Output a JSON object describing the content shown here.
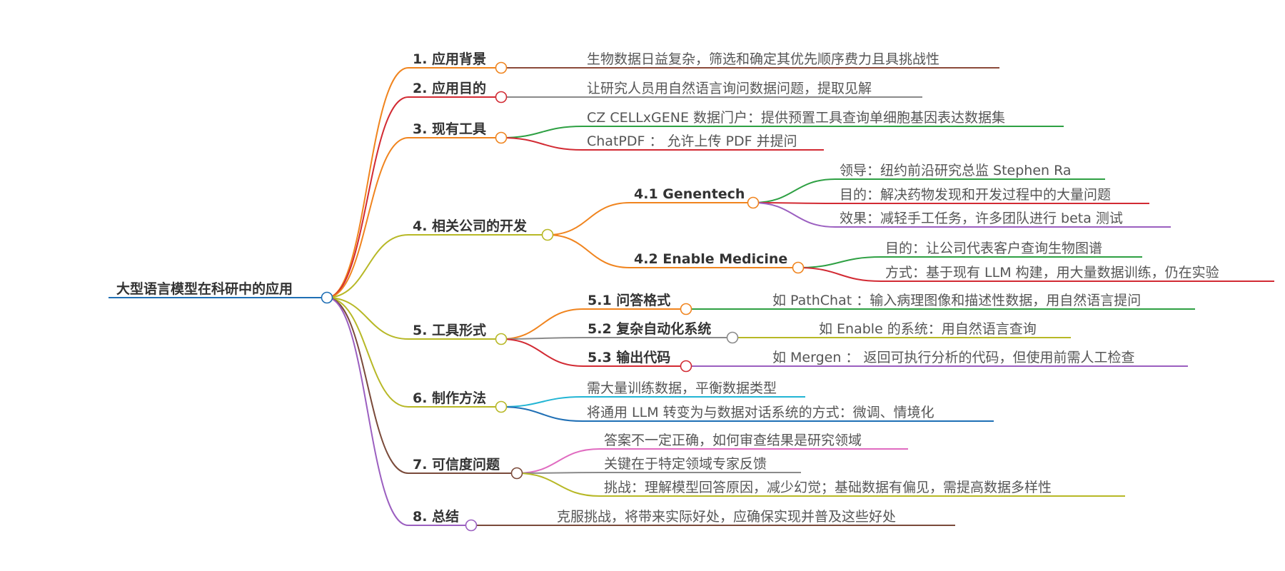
{
  "root": {
    "text": "大型语言模型在科研中的应用",
    "color": "#1f6fb5"
  },
  "branches": [
    {
      "id": "b1",
      "text": "1. 应用背景",
      "color": "#f0841e",
      "leaves": [
        {
          "text": "生物数据日益复杂，筛选和确定其优先顺序费力且具挑战性",
          "color": "#8b4a3a"
        }
      ]
    },
    {
      "id": "b2",
      "text": "2. 应用目的",
      "color": "#d22a33",
      "leaves": [
        {
          "text": "让研究人员用自然语言询问数据问题，提取见解",
          "color": "#8a8a8a"
        }
      ]
    },
    {
      "id": "b3",
      "text": "3. 现有工具",
      "color": "#f0841e",
      "leaves": [
        {
          "text": "CZ CELLxGENE 数据门户：提供预置工具查询单细胞基因表达数据集",
          "color": "#2ea043"
        },
        {
          "text": "ChatPDF ： 允许上传 PDF 并提问",
          "color": "#d22a33"
        }
      ]
    },
    {
      "id": "b4",
      "text": "4. 相关公司的开发",
      "color": "#b7b826",
      "subs": [
        {
          "id": "s41",
          "text": "4.1 Genentech",
          "color": "#f0841e",
          "leaves": [
            {
              "text": "领导：纽约前沿研究总监 Stephen Ra",
              "color": "#2ea043"
            },
            {
              "text": "目的：解决药物发现和开发过程中的大量问题",
              "color": "#d22a33"
            },
            {
              "text": "效果：减轻手工任务，许多团队进行 beta 测试",
              "color": "#9b5fc0"
            }
          ]
        },
        {
          "id": "s42",
          "text": "4.2 Enable Medicine",
          "color": "#f0841e",
          "leaves": [
            {
              "text": "目的：让公司代表客户查询生物图谱",
              "color": "#2ea043"
            },
            {
              "text": "方式：基于现有 LLM 构建，用大量数据训练，仍在实验",
              "color": "#d22a33"
            }
          ]
        }
      ]
    },
    {
      "id": "b5",
      "text": "5. 工具形式",
      "color": "#b7b826",
      "subs": [
        {
          "id": "s51",
          "text": "5.1 问答格式",
          "color": "#f0841e",
          "leaves": [
            {
              "text": "如 PathChat ：输入病理图像和描述性数据，用自然语言提问",
              "color": "#2ea043"
            }
          ]
        },
        {
          "id": "s52",
          "text": "5.2 复杂自动化系统",
          "color": "#8a8a8a",
          "leaves": [
            {
              "text": "如 Enable 的系统：用自然语言查询",
              "color": "#b7b826"
            }
          ]
        },
        {
          "id": "s53",
          "text": "5.3 输出代码",
          "color": "#d22a33",
          "leaves": [
            {
              "text": "如 Mergen ： 返回可执行分析的代码，但使用前需人工检查",
              "color": "#9b5fc0"
            }
          ]
        }
      ]
    },
    {
      "id": "b6",
      "text": "6. 制作方法",
      "color": "#b7b826",
      "leaves": [
        {
          "text": "需大量训练数据，平衡数据类型",
          "color": "#22b5d4"
        },
        {
          "text": "将通用 LLM 转变为与数据对话系统的方式：微调、情境化",
          "color": "#1f6fb5"
        }
      ]
    },
    {
      "id": "b7",
      "text": "7. 可信度问题",
      "color": "#7a4a3a",
      "leaves": [
        {
          "text": "答案不一定正确，如何审查结果是研究领域",
          "color": "#e06bc0"
        },
        {
          "text": "关键在于特定领域专家反馈",
          "color": "#8a8a8a"
        },
        {
          "text": "挑战：理解模型回答原因，减少幻觉；基础数据有偏见，需提高数据多样性",
          "color": "#b7b826"
        }
      ]
    },
    {
      "id": "b8",
      "text": "8. 总结",
      "color": "#9b5fc0",
      "leaves": [
        {
          "text": "克服挑战，将带来实际好处，应确保实现并普及这些好处",
          "color": "#7a4a3a"
        }
      ]
    }
  ]
}
